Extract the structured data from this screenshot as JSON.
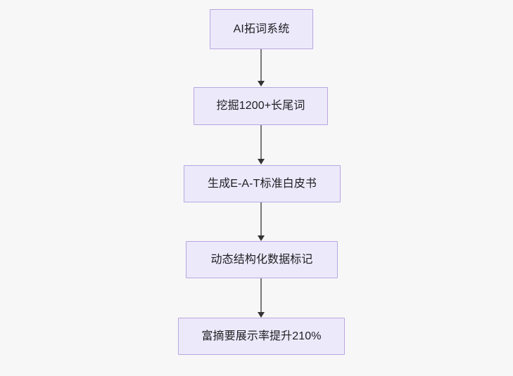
{
  "diagram": {
    "type": "flowchart",
    "direction": "top-to-bottom",
    "background_color": "#f7f7f8",
    "node_fill_color": "#ece9fb",
    "node_border_color": "#b8a8e0",
    "node_text_color": "#1f1f22",
    "edge_line_color": "#7a7a7a",
    "edge_arrow_color": "#333333",
    "nodes": [
      {
        "id": "n1",
        "label": "AI拓词系统"
      },
      {
        "id": "n2",
        "label": "挖掘1200+长尾词"
      },
      {
        "id": "n3",
        "label": "生成E-A-T标准白皮书"
      },
      {
        "id": "n4",
        "label": "动态结构化数据标记"
      },
      {
        "id": "n5",
        "label": "富摘要展示率提升210%"
      }
    ],
    "edges": [
      {
        "from": "n1",
        "to": "n2",
        "label": ""
      },
      {
        "from": "n2",
        "to": "n3",
        "label": ""
      },
      {
        "from": "n3",
        "to": "n4",
        "label": ""
      },
      {
        "from": "n4",
        "to": "n5",
        "label": ""
      }
    ]
  }
}
